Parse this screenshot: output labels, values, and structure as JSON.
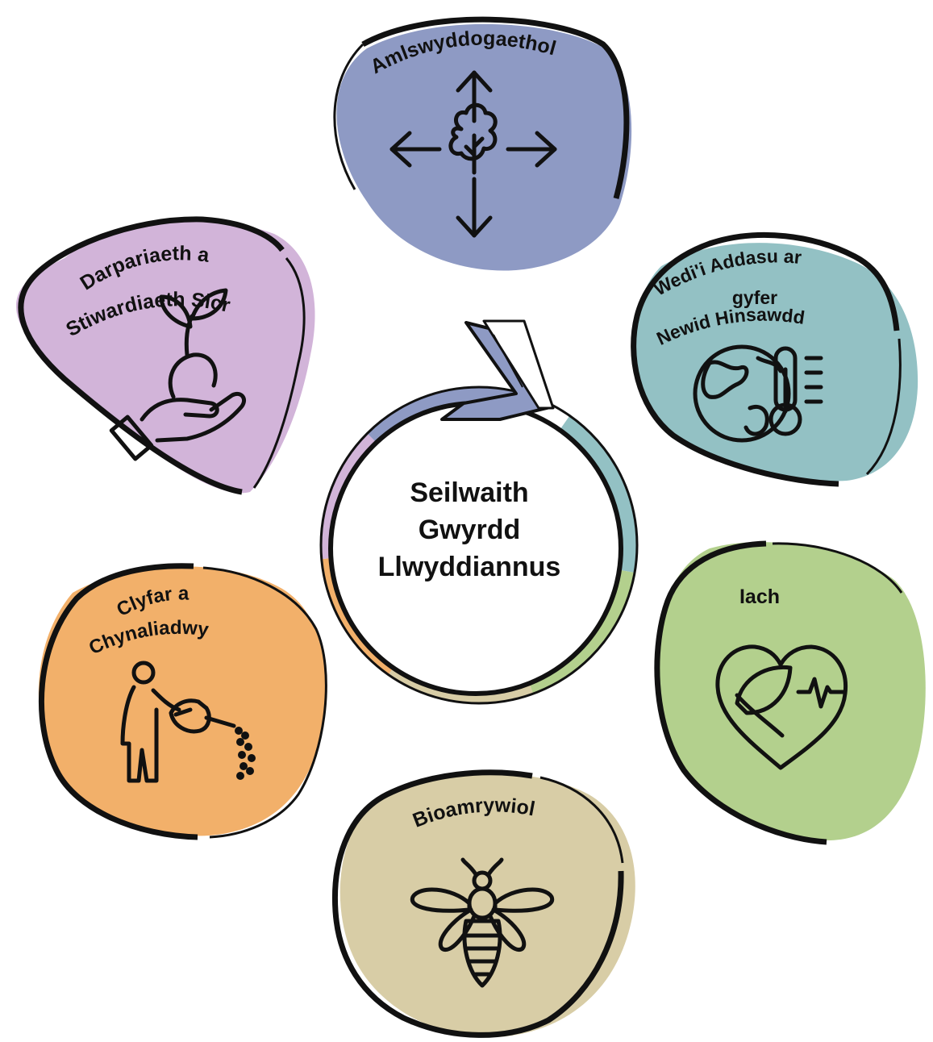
{
  "center": {
    "line1": "Seilwaith",
    "line2": "Gwyrdd",
    "line3": "Llwyddiannus"
  },
  "petals": {
    "multifunctional": {
      "label": "Amlswyddogaethol",
      "color": "#8e9ac4",
      "icon": "tree-arrows-icon"
    },
    "secure": {
      "label1": "Darpariaeth a",
      "label2": "Stiwardiaeth Sicr",
      "color": "#d2b4d9",
      "icon": "hand-seedling-icon"
    },
    "climate": {
      "label1": "Wedi'i Addasu ar",
      "label2": "gyfer",
      "label3": "Newid Hinsawdd",
      "color": "#93c1c4",
      "icon": "globe-thermometer-icon"
    },
    "smart": {
      "label1": "Clyfar a",
      "label2": "Chynaliadwy",
      "color": "#f2b06a",
      "icon": "person-watering-can-icon"
    },
    "healthy": {
      "label": "Iach",
      "color": "#b3d08d",
      "icon": "heart-leaf-icon"
    },
    "biodiverse": {
      "label": "Bioamrywiol",
      "color": "#d8cda6",
      "icon": "bee-icon"
    }
  },
  "ring": {
    "colors": [
      "#93c1c4",
      "#b3d08d",
      "#d8cda6",
      "#f2b06a",
      "#d2b4d9",
      "#8e9ac4"
    ]
  }
}
